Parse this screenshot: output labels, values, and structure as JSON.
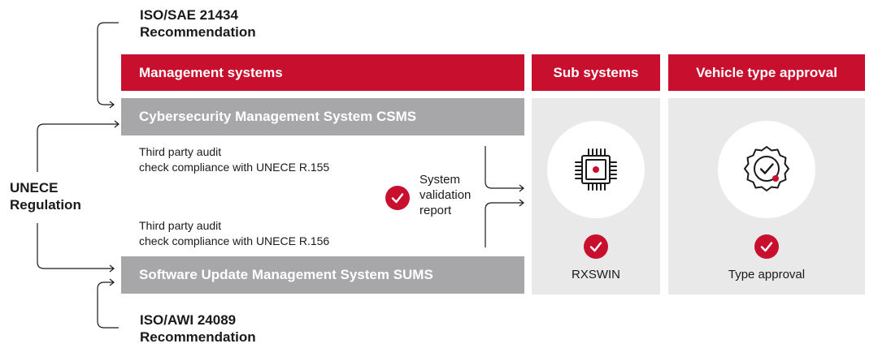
{
  "top_note": {
    "line1": "ISO/SAE 21434",
    "line2": "Recommendation"
  },
  "bottom_note": {
    "line1": "ISO/AWI 24089",
    "line2": "Recommendation"
  },
  "left_note": {
    "line1": "UNECE",
    "line2": "Regulation"
  },
  "headers": {
    "management": "Management systems",
    "sub": "Sub systems",
    "vehicle": "Vehicle type approval"
  },
  "bars": {
    "csms": "Cybersecurity Management System CSMS",
    "sums": "Software Update Management System SUMS"
  },
  "audit_top": {
    "line1": "Third party audit",
    "line2": "check compliance with UNECE R.155"
  },
  "audit_bottom": {
    "line1": "Third party audit",
    "line2": "check compliance with UNECE R.156"
  },
  "validation": {
    "line1": "System",
    "line2": "validation",
    "line3": "report"
  },
  "sub_panel": {
    "icon": "chip-icon",
    "label": "RXSWIN"
  },
  "vehicle_panel": {
    "icon": "certificate-seal-icon",
    "label": "Type approval"
  },
  "colors": {
    "accent": "#c8102e",
    "bar_grey": "#a7a7a9",
    "panel_grey": "#e9e9ea"
  }
}
